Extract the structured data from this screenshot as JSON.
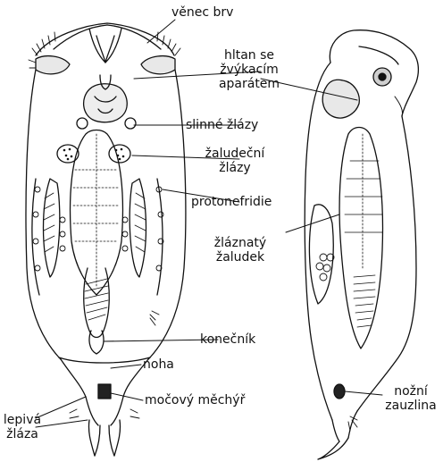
{
  "labels": {
    "venec_brv": "věnec brv",
    "hltan": [
      "hltan se",
      "žvýkacím",
      "aparátem"
    ],
    "slinne_zlazy": "slinné žlázy",
    "zaludecni_zlazy": [
      "žaludeční",
      "žlázy"
    ],
    "protonefridie": "protonefridie",
    "zlaznaty_zaludek": [
      "žláznatý",
      "žaludek"
    ],
    "konecnik": "konečník",
    "noha": "noha",
    "mocovy_mechyr": "močový měchýř",
    "lepiva_zlaza": [
      "lepivá",
      "žláza"
    ],
    "nozni_zauzlina": [
      "nožní",
      "zauzlina"
    ]
  },
  "colors": {
    "ink": "#111111",
    "paper": "#ffffff",
    "stipple": "#777777"
  }
}
